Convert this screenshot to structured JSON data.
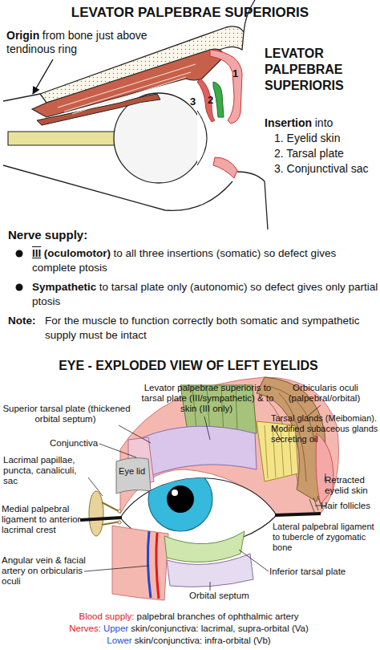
{
  "diagram": {
    "title": "LEVATOR PALPEBRAE SUPERIORIS",
    "labels": [
      "LEVATOR PALPEBRAE SUPERIORIS",
      "Origin",
      "from bone just above tendinous ring",
      "Insertion",
      "into",
      "1. Eyelid skin",
      "2. Tarsal plate",
      "3. Conjunctival sac",
      "1",
      "2",
      "3",
      "Nerve supply:",
      "III",
      "(oculomotor)",
      "to all three insertions (somatic) so defect gives complete ptosis",
      "Sympathetic",
      "to tarsal plate only (autonomic) so defect gives only partial ptosis",
      "Note:",
      "For the muscle to function correctly both somatic and sympathetic supply must be intact",
      "EYE - EXPLODED VIEW OF LEFT EYELIDS",
      "Superior tarsal plate (thickened orbital septum)",
      "Levator palpebrae superioris to tarsal plate (III/sympathetic) & to skin (III only)",
      "Orbicularis oculi (palpebral/orbital)",
      "Tarsal glands (Meibomian). Modified subaceous glands secreting oil",
      "Conjunctiva",
      "Lacrimal papillae, puncta, canaliculi, sac",
      "Eye lid",
      "Retracted eyelid skin",
      "Hair follicles",
      "Medial palpebral ligament to anterior lacrimal crest",
      "Lateral palpebral ligament to tubercle of zygomatic bone",
      "Angular vein & facial artery on orbicularis oculi",
      "Inferior tarsal plate",
      "Orbital septum",
      "Blood supply:",
      "palpebral branches of ophthalmic artery",
      "Nerves:",
      "Upper",
      "skin/conjunctiva: lacrimal, supra-orbital (Va)",
      "Lower",
      "skin/conjunctiva: infra-orbital (Vb)"
    ]
  }
}
